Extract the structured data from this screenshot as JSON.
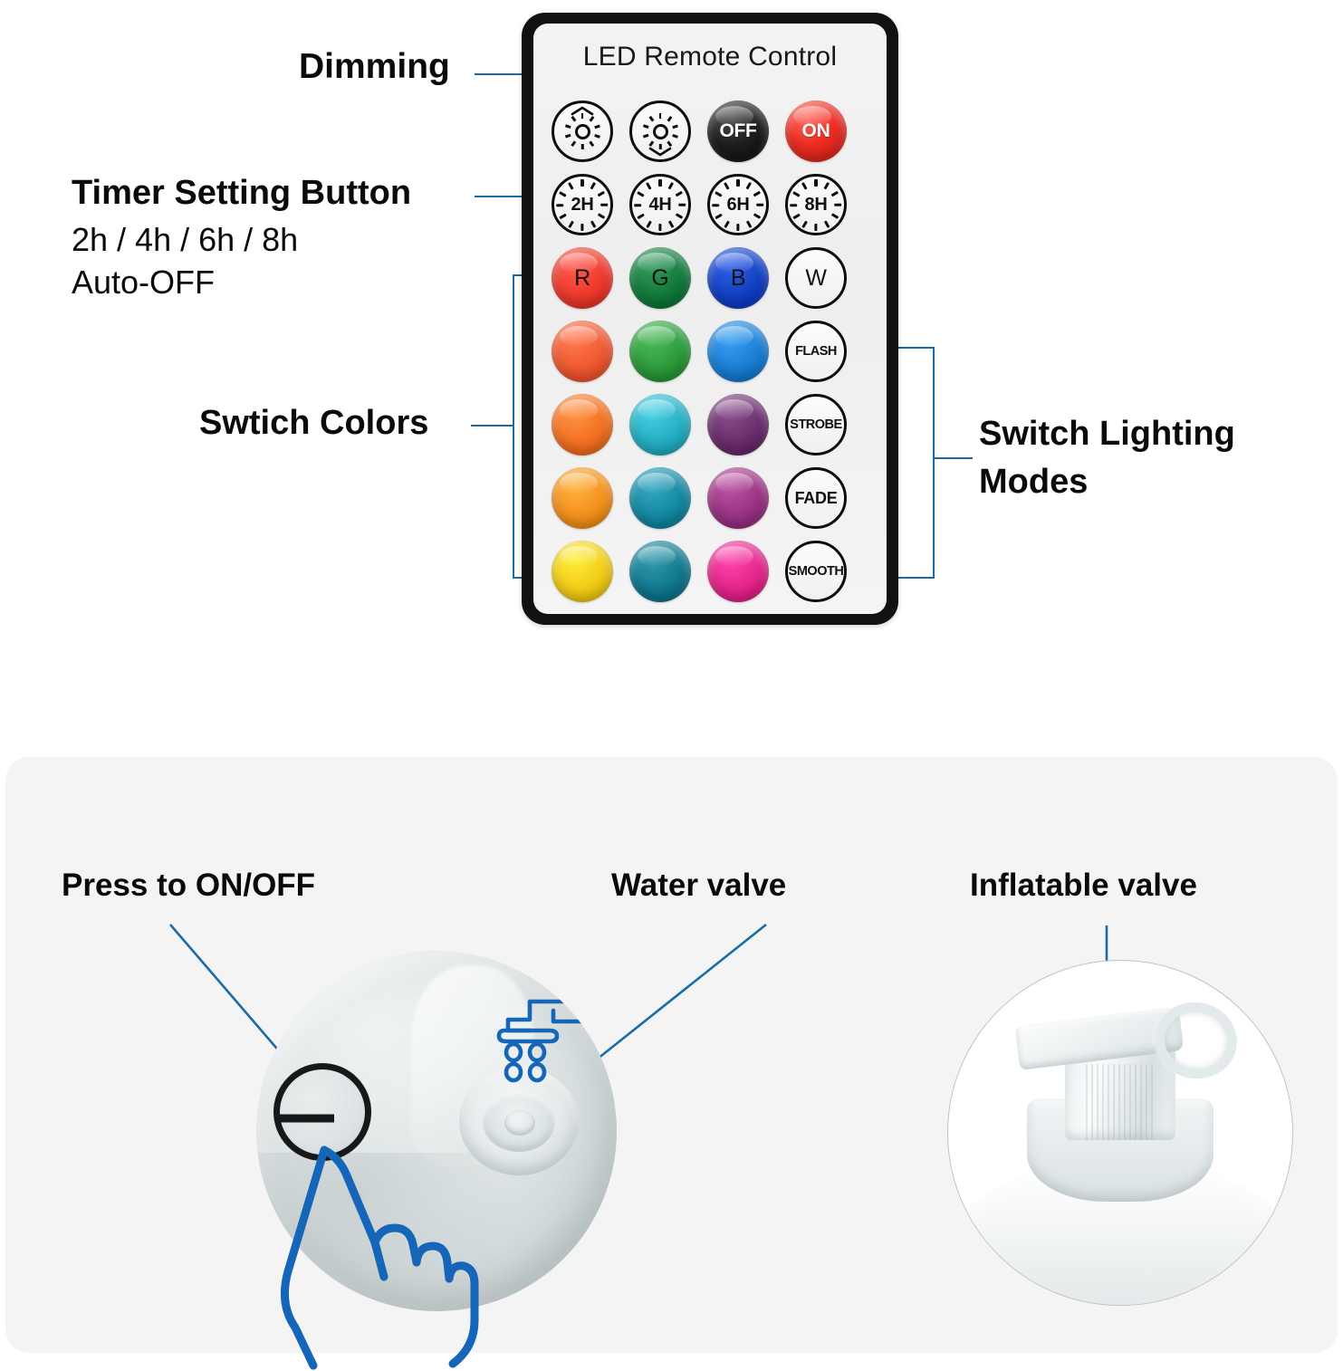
{
  "remote": {
    "title": "LED Remote Control",
    "rows": [
      {
        "name": "row-dimming",
        "buttons": [
          {
            "label": "",
            "icon": "brightness-up-icon",
            "style": "outline",
            "kind": "sun-up"
          },
          {
            "label": "",
            "icon": "brightness-down-icon",
            "style": "outline",
            "kind": "sun-down"
          },
          {
            "label": "OFF",
            "icon": "off-icon",
            "style": "solid",
            "color": "#1e1e21"
          },
          {
            "label": "ON",
            "icon": "on-icon",
            "style": "solid",
            "color": "#ee2d24"
          }
        ]
      },
      {
        "name": "row-timer",
        "buttons": [
          {
            "label": "2H",
            "icon": "timer-2h-icon",
            "style": "outline",
            "kind": "dial"
          },
          {
            "label": "4H",
            "icon": "timer-4h-icon",
            "style": "outline",
            "kind": "dial"
          },
          {
            "label": "6H",
            "icon": "timer-6h-icon",
            "style": "outline",
            "kind": "dial"
          },
          {
            "label": "8H",
            "icon": "timer-8h-icon",
            "style": "outline",
            "kind": "dial"
          }
        ]
      },
      {
        "name": "row-rgbw",
        "buttons": [
          {
            "label": "R",
            "style": "solid",
            "color": "#ee3b2e"
          },
          {
            "label": "G",
            "style": "solid",
            "color": "#137a3c"
          },
          {
            "label": "B",
            "style": "solid",
            "color": "#1341c4"
          },
          {
            "label": "W",
            "style": "outline"
          }
        ]
      },
      {
        "name": "row-2",
        "buttons": [
          {
            "label": "",
            "style": "solid",
            "color": "#f05a32"
          },
          {
            "label": "",
            "style": "solid",
            "color": "#2d9b3c"
          },
          {
            "label": "",
            "style": "solid",
            "color": "#1b7fd4"
          },
          {
            "label": "FLASH",
            "style": "outline"
          }
        ]
      },
      {
        "name": "row-3",
        "buttons": [
          {
            "label": "",
            "style": "solid",
            "color": "#f47224"
          },
          {
            "label": "",
            "style": "solid",
            "color": "#27b0c4"
          },
          {
            "label": "",
            "style": "solid",
            "color": "#6b2f6e"
          },
          {
            "label": "STROBE",
            "style": "outline"
          }
        ]
      },
      {
        "name": "row-4",
        "buttons": [
          {
            "label": "",
            "style": "solid",
            "color": "#f5921f"
          },
          {
            "label": "",
            "style": "solid",
            "color": "#1689a3"
          },
          {
            "label": "",
            "style": "solid",
            "color": "#9b3484"
          },
          {
            "label": "FADE",
            "style": "outline"
          }
        ]
      },
      {
        "name": "row-5",
        "buttons": [
          {
            "label": "",
            "style": "solid",
            "color": "#f2cd18"
          },
          {
            "label": "",
            "style": "solid",
            "color": "#12798f"
          },
          {
            "label": "",
            "style": "solid",
            "color": "#e5268c"
          },
          {
            "label": "SMOOTH",
            "style": "outline"
          }
        ]
      }
    ]
  },
  "annotations": {
    "dimming": "Dimming",
    "timer_title": "Timer Setting Button",
    "timer_line2": "2h / 4h / 6h / 8h",
    "timer_line3": "Auto-OFF",
    "switch_colors": "Swtich Colors",
    "switch_modes_line1": "Switch Lighting",
    "switch_modes_line2": "Modes",
    "press_onoff": "Press to ON/OFF",
    "water_valve": "Water valve",
    "inflatable_valve": "Inflatable valve"
  },
  "colors": {
    "leader_line": "#1b6aa5",
    "hand_icon": "#1565b8",
    "panel_bg": "#f4f4f4",
    "remote_body": "#111113",
    "text": "#0a0a0a"
  }
}
